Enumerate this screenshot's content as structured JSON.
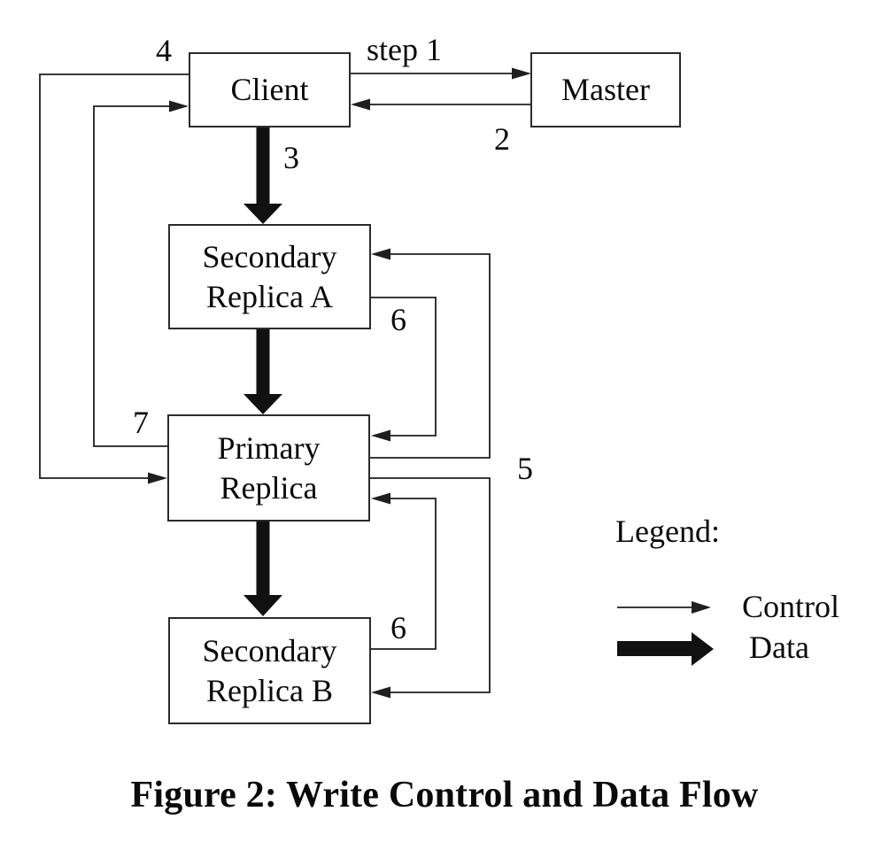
{
  "figure": {
    "caption": "Figure 2: Write Control and Data Flow"
  },
  "nodes": {
    "client": "Client",
    "master": "Master",
    "secondary_a": "Secondary\nReplica A",
    "primary": "Primary\nReplica",
    "secondary_b": "Secondary\nReplica B"
  },
  "steps": {
    "s1": "step 1",
    "s2": "2",
    "s3": "3",
    "s4": "4",
    "s5": "5",
    "s6a": "6",
    "s6b": "6",
    "s7": "7"
  },
  "legend": {
    "title": "Legend:",
    "control": "Control",
    "data": "Data"
  },
  "edges": [
    {
      "step": "step 1",
      "from": "Client",
      "to": "Master",
      "type": "control"
    },
    {
      "step": "2",
      "from": "Master",
      "to": "Client",
      "type": "control"
    },
    {
      "step": "3",
      "from": "Client",
      "to": "Secondary Replica A",
      "type": "data"
    },
    {
      "step": "3",
      "from": "Secondary Replica A",
      "to": "Primary Replica",
      "type": "data"
    },
    {
      "step": "3",
      "from": "Primary Replica",
      "to": "Secondary Replica B",
      "type": "data"
    },
    {
      "step": "4",
      "from": "Client",
      "to": "Primary Replica",
      "type": "control"
    },
    {
      "step": "5",
      "from": "Primary Replica",
      "to": "Secondary Replica A",
      "type": "control"
    },
    {
      "step": "5",
      "from": "Primary Replica",
      "to": "Secondary Replica B",
      "type": "control"
    },
    {
      "step": "6",
      "from": "Secondary Replica A",
      "to": "Primary Replica",
      "type": "control"
    },
    {
      "step": "6",
      "from": "Secondary Replica B",
      "to": "Primary Replica",
      "type": "control"
    },
    {
      "step": "7",
      "from": "Primary Replica",
      "to": "Client",
      "type": "control"
    }
  ],
  "colors": {
    "ink": "#1f1f1f",
    "background": "#ffffff"
  }
}
